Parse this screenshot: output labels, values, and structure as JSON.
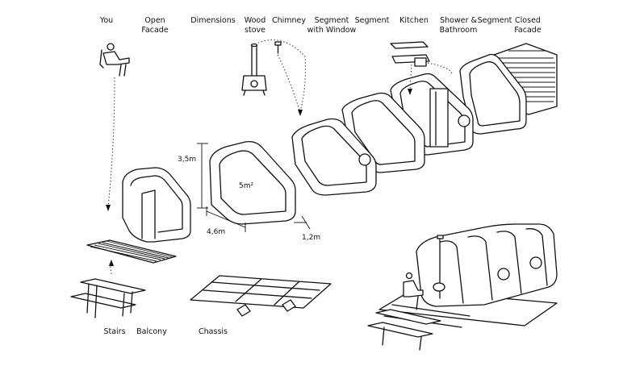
{
  "labels": {
    "you": "You",
    "open_facade": "Open\nFacade",
    "dimensions": "Dimensions",
    "wood_stove": "Wood\nstove",
    "chimney": "Chimney",
    "segment_window": "Segment\nwith Window",
    "segment_1": "Segment",
    "kitchen": "Kitchen",
    "shower_bathroom": "Shower &\nBathroom",
    "segment_2": "Segment",
    "closed_facade": "Closed\nFacade",
    "stairs": "Stairs",
    "balcony": "Balcony",
    "chassis": "Chassis"
  },
  "dimensions": {
    "height": "3,5m",
    "area": "5m²",
    "length": "4,6m",
    "width": "1,2m"
  }
}
